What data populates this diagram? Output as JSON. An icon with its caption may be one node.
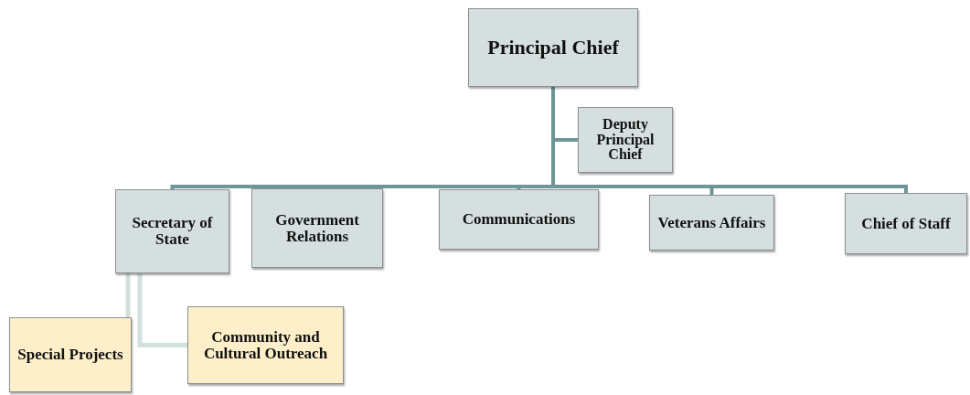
{
  "diagram": {
    "nodes": [
      {
        "text": [
          "Principal Chief"
        ]
      },
      {
        "text": [
          "Deputy Principal Chief"
        ]
      },
      {
        "text": [
          "Secretary of State"
        ]
      },
      {
        "text": [
          "Government Relations"
        ]
      },
      {
        "text": [
          "Communications"
        ]
      },
      {
        "text": [
          "Veterans Affairs"
        ]
      },
      {
        "text": [
          "Chief of Staff"
        ]
      },
      {
        "text": [
          "Special Projects"
        ]
      },
      {
        "text": [
          "Community and Cultural Outreach"
        ]
      }
    ],
    "edges": [
      {
        "from": 0,
        "to": 1,
        "arrow": "none"
      },
      {
        "from": 0,
        "to": 2,
        "arrow": "none"
      },
      {
        "from": 0,
        "to": 3,
        "arrow": "none"
      },
      {
        "from": 0,
        "to": 4,
        "arrow": "none"
      },
      {
        "from": 0,
        "to": 5,
        "arrow": "none"
      },
      {
        "from": 0,
        "to": 6,
        "arrow": "none"
      },
      {
        "from": 2,
        "to": 7,
        "arrow": "none",
        "color": "#d3e0e0"
      },
      {
        "from": 2,
        "to": 8,
        "arrow": "none",
        "color": "#d3e0e0"
      }
    ]
  }
}
